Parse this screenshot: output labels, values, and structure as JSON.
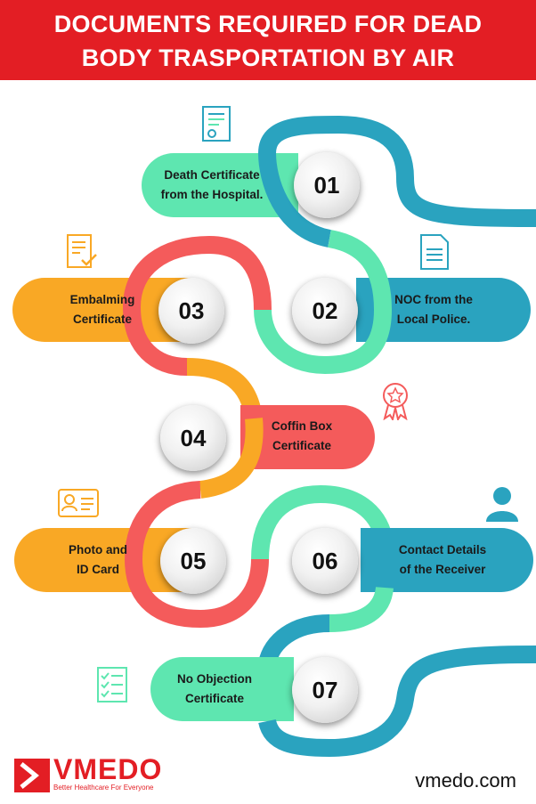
{
  "header": {
    "line1": "DOCUMENTS REQUIRED FOR DEAD",
    "line2": "BODY TRASPORTATION BY AIR"
  },
  "colors": {
    "red": "#e31e24",
    "teal": "#2aa3bf",
    "mint": "#5ee6b0",
    "salmon": "#f45b5b",
    "orange": "#f9a825"
  },
  "steps": [
    {
      "number": "01",
      "line1": "Death Certificate",
      "line2": "from the Hospital.",
      "icon": "certificate-icon"
    },
    {
      "number": "02",
      "line1": "NOC from the",
      "line2": "Local Police.",
      "icon": "document-list-icon"
    },
    {
      "number": "03",
      "line1": "Embalming",
      "line2": "Certificate",
      "icon": "checklist-icon"
    },
    {
      "number": "04",
      "line1": "Coffin Box",
      "line2": "Certificate",
      "icon": "award-badge-icon"
    },
    {
      "number": "05",
      "line1": "Photo and",
      "line2": "ID Card",
      "icon": "id-card-icon"
    },
    {
      "number": "06",
      "line1": "Contact Details",
      "line2": "of the Receiver",
      "icon": "person-icon"
    },
    {
      "number": "07",
      "line1": "No Objection",
      "line2": "Certificate",
      "icon": "checkbox-list-icon"
    }
  ],
  "footer": {
    "brand": "VMEDO",
    "tagline": "Better Healthcare For Everyone",
    "website": "vmedo.com"
  }
}
